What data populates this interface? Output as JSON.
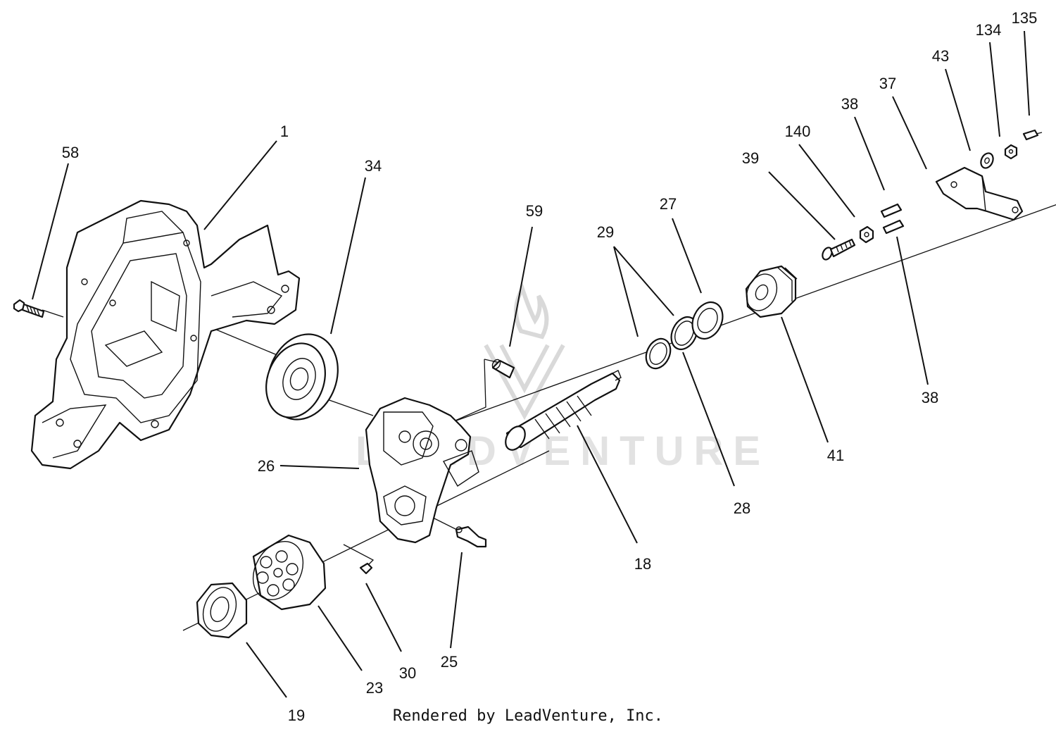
{
  "watermark": {
    "text": "LEADVENTURE"
  },
  "footer": {
    "text": "Rendered by LeadVenture, Inc."
  },
  "callouts": [
    {
      "id": "58",
      "label": "58"
    },
    {
      "id": "1",
      "label": "1"
    },
    {
      "id": "34",
      "label": "34"
    },
    {
      "id": "59",
      "label": "59"
    },
    {
      "id": "26",
      "label": "26"
    },
    {
      "id": "29",
      "label": "29"
    },
    {
      "id": "27",
      "label": "27"
    },
    {
      "id": "39",
      "label": "39"
    },
    {
      "id": "140",
      "label": "140"
    },
    {
      "id": "38a",
      "label": "38"
    },
    {
      "id": "37",
      "label": "37"
    },
    {
      "id": "43",
      "label": "43"
    },
    {
      "id": "134",
      "label": "134"
    },
    {
      "id": "135",
      "label": "135"
    },
    {
      "id": "38b",
      "label": "38"
    },
    {
      "id": "41",
      "label": "41"
    },
    {
      "id": "28",
      "label": "28"
    },
    {
      "id": "18",
      "label": "18"
    },
    {
      "id": "25",
      "label": "25"
    },
    {
      "id": "30",
      "label": "30"
    },
    {
      "id": "23",
      "label": "23"
    },
    {
      "id": "19",
      "label": "19"
    }
  ]
}
